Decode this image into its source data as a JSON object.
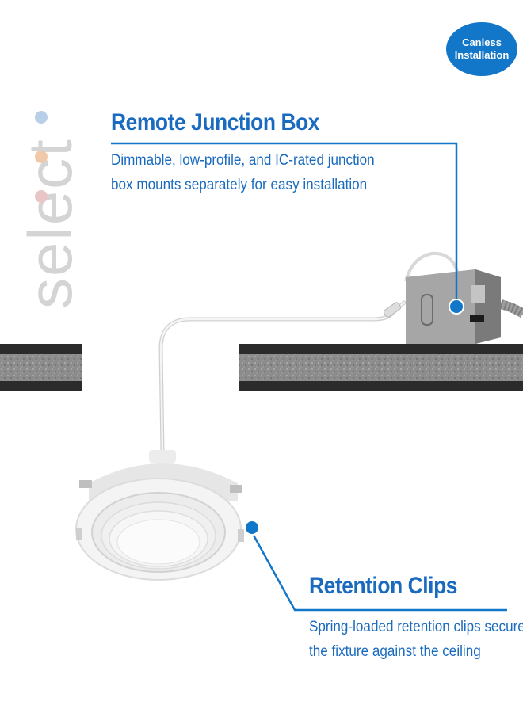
{
  "brand": {
    "wordmark": "select",
    "dot_colors": [
      "#b9cfe8",
      "#f2c9a8",
      "#e9c6c6"
    ]
  },
  "badge": {
    "line1": "Canless",
    "line2": "Installation"
  },
  "junction": {
    "title": "Remote Junction Box",
    "desc_lines": [
      "Dimmable, low-profile, and IC-rated junction",
      "box mounts separately for easy installation"
    ]
  },
  "clips": {
    "title": "Retention Clips",
    "desc_lines": [
      "Spring-loaded retention clips secure",
      "the fixture against the ceiling"
    ]
  },
  "colors": {
    "accent": "#1276c9",
    "text_blue": "#1a6bbf",
    "ceiling_dark": "#2b2b2b",
    "ceiling_gray": "#8e8e8e",
    "box_metal": "#9a9a9a"
  },
  "icons": [
    "pointer-dot-icon",
    "pointer-dot-icon"
  ]
}
